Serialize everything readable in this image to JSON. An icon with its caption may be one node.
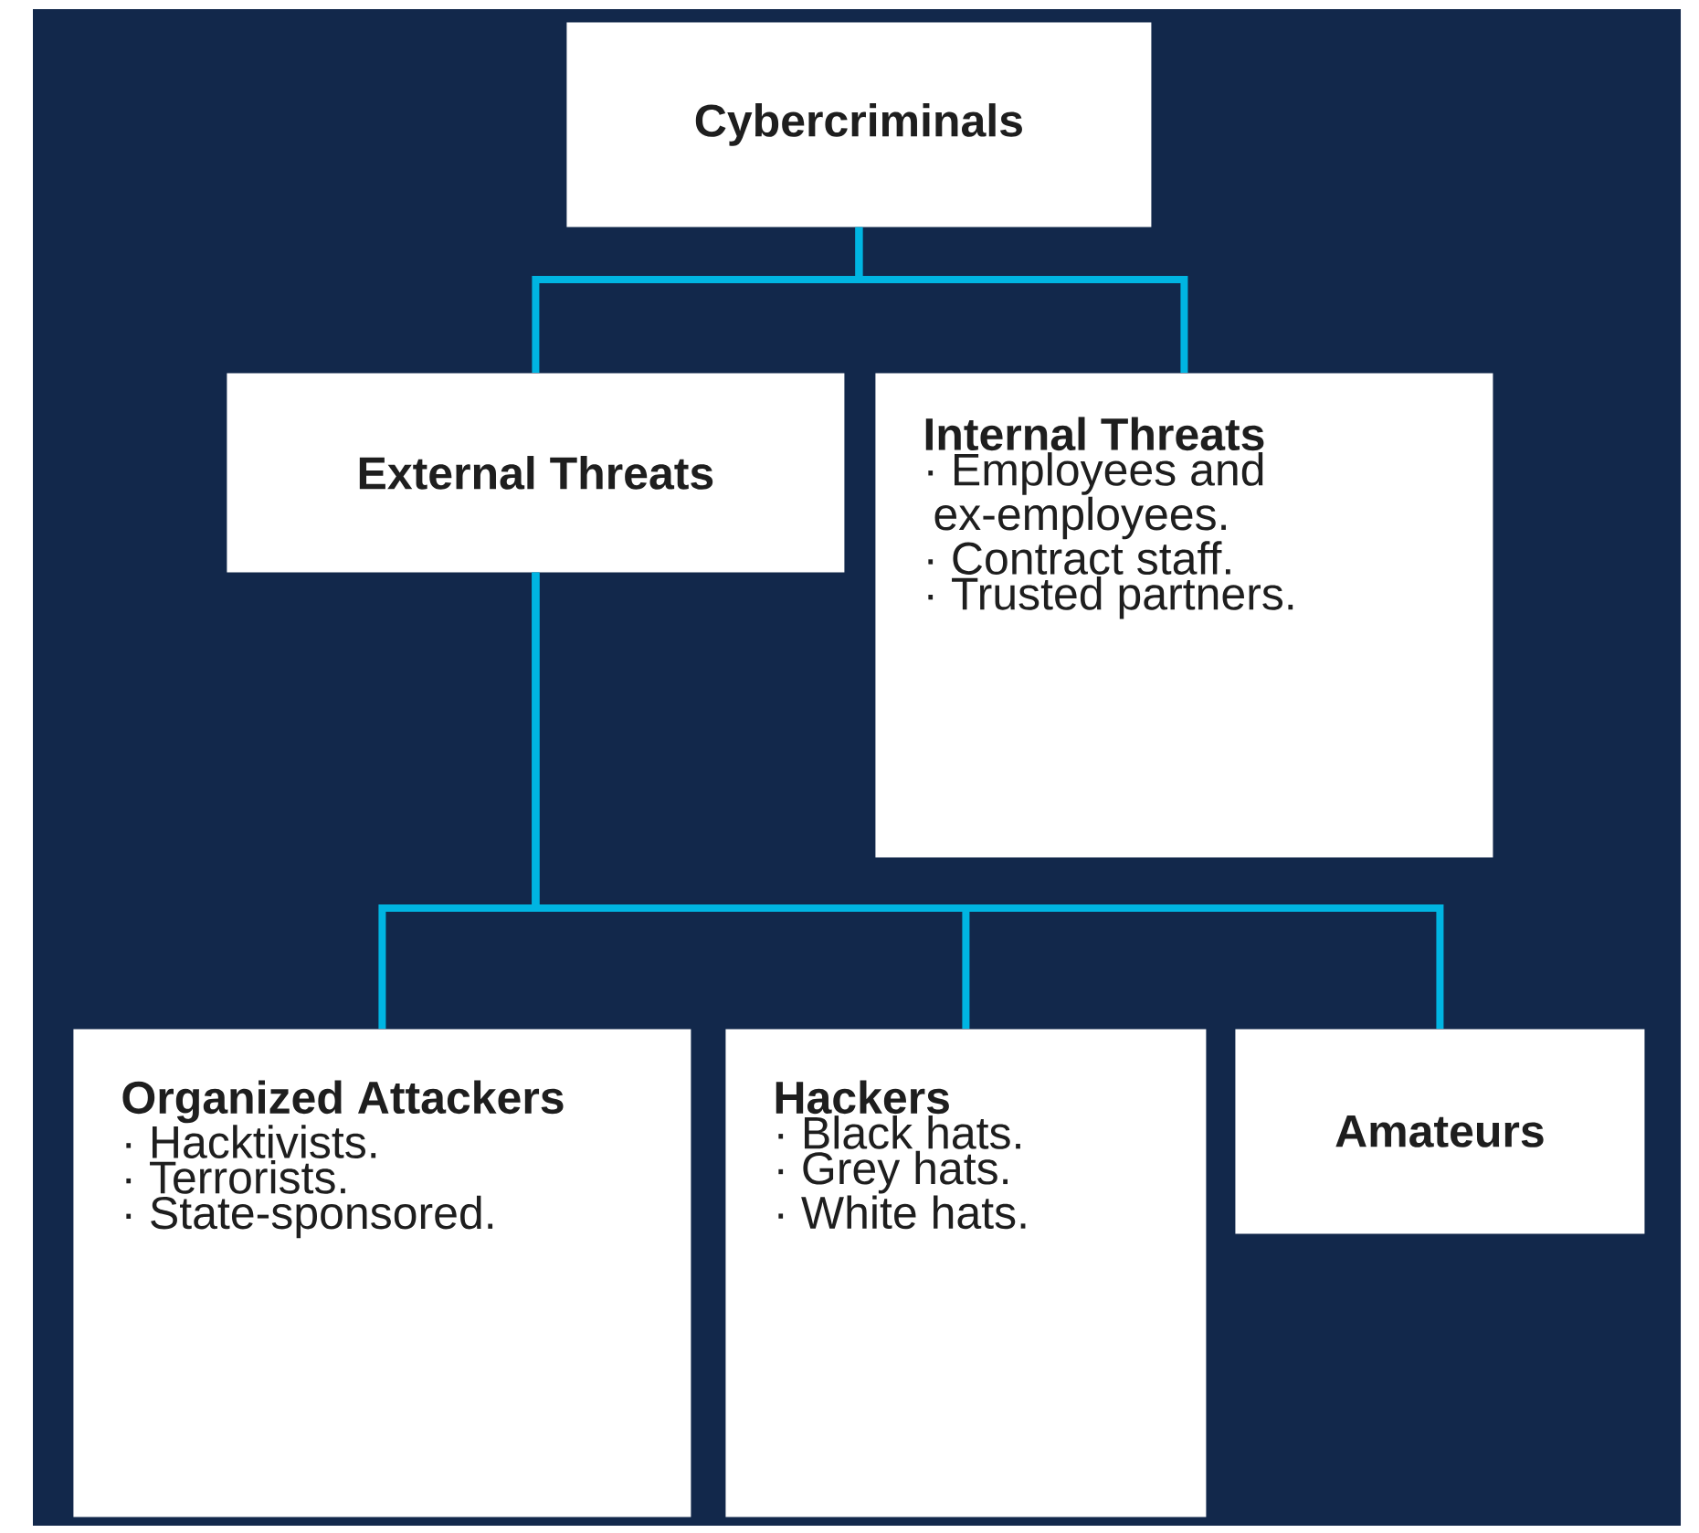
{
  "diagram": {
    "nodes": [
      {
        "text": [
          "Cybercriminals"
        ]
      },
      {
        "text": [
          "External Threats"
        ]
      },
      {
        "text": [
          "Internal Threats",
          "· Employees and ex-employees.",
          "· Contract staff.",
          "· Trusted partners."
        ]
      },
      {
        "text": [
          "Organized Attackers",
          "· Hacktivists.",
          "· Terrorists.",
          "· State-sponsored."
        ]
      },
      {
        "text": [
          "Hackers",
          "· Black hats.",
          "· Grey hats.",
          "· White hats."
        ]
      },
      {
        "text": [
          "Amateurs"
        ]
      }
    ],
    "edges": [
      {
        "from": 0,
        "to": 1,
        "arrow": "none"
      },
      {
        "from": 0,
        "to": 2,
        "arrow": "none"
      },
      {
        "from": 1,
        "to": 3,
        "arrow": "none"
      },
      {
        "from": 1,
        "to": 4,
        "arrow": "none"
      },
      {
        "from": 1,
        "to": 5,
        "arrow": "none"
      }
    ]
  }
}
